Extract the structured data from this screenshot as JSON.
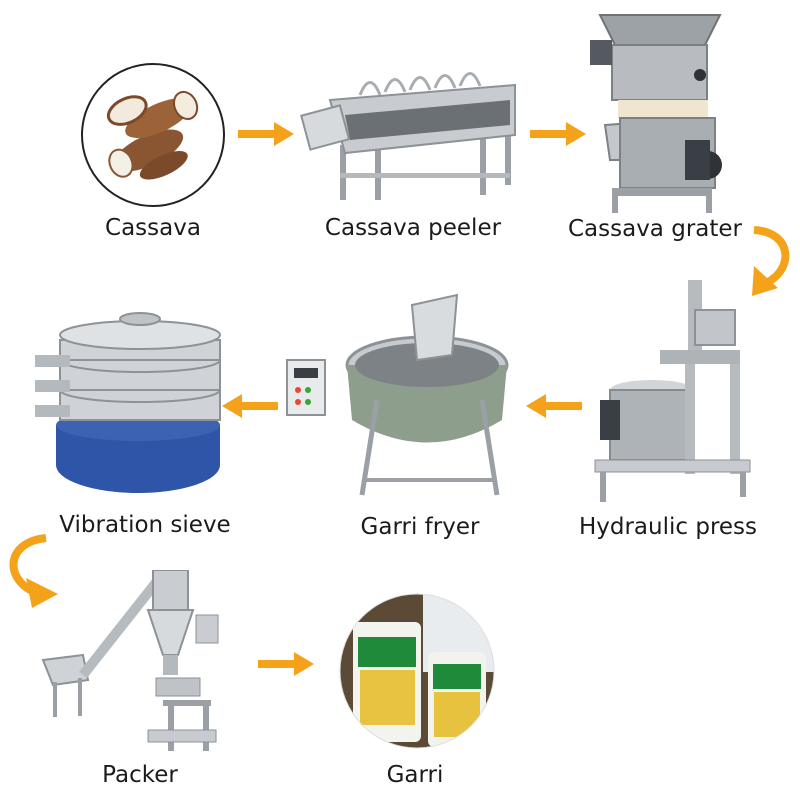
{
  "colors": {
    "arrow": "#f5a21b",
    "text": "#1b1b1b",
    "steel": "#b9bdc1",
    "blue": "#2e55a8",
    "green": "#8e9e8c"
  },
  "steps": [
    {
      "label": "Cassava",
      "icon": "cassava-roots-image"
    },
    {
      "label": "Cassava peeler",
      "icon": "peeler-machine-image"
    },
    {
      "label": "Cassava grater",
      "icon": "grater-machine-image"
    },
    {
      "label": "Hydraulic press",
      "icon": "hydraulic-press-image"
    },
    {
      "label": "Garri fryer",
      "icon": "fryer-machine-image"
    },
    {
      "label": "Vibration sieve",
      "icon": "vibration-sieve-image"
    },
    {
      "label": "Packer",
      "icon": "packing-machine-image"
    },
    {
      "label": "Garri",
      "icon": "garri-bags-image"
    }
  ]
}
